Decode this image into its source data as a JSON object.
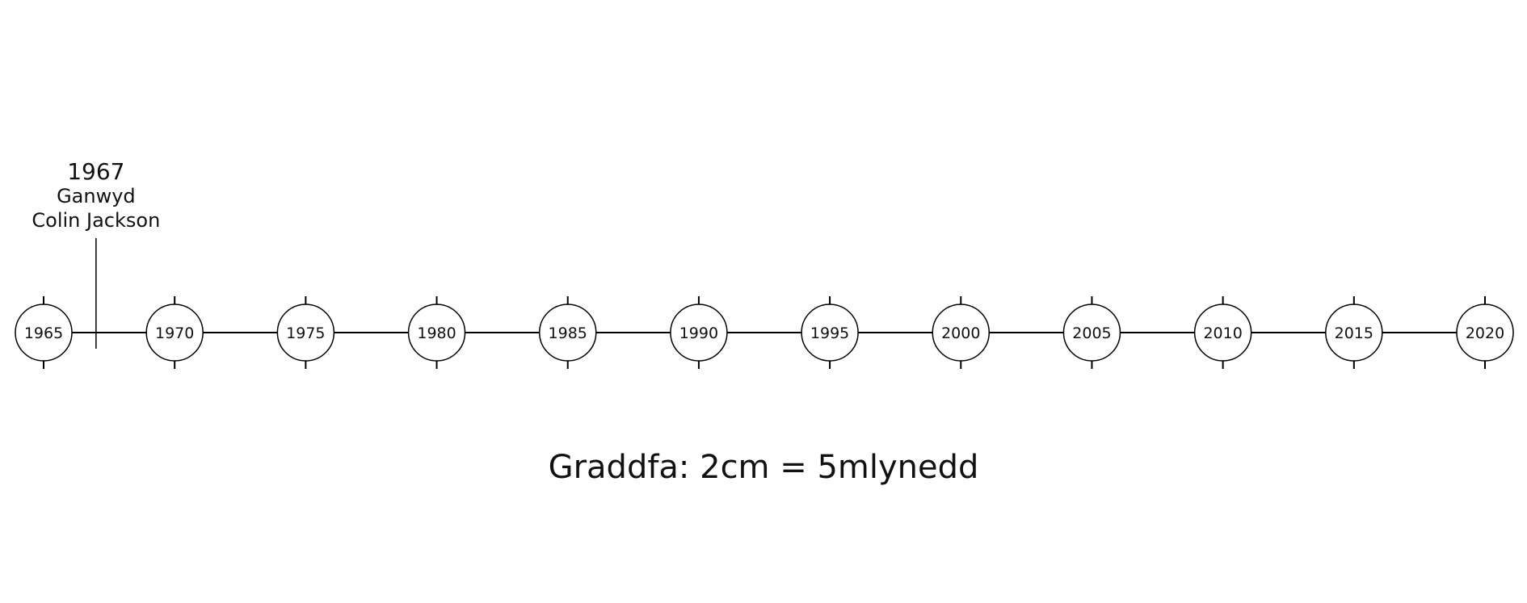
{
  "timeline": {
    "start_year": 1965,
    "end_year": 2020,
    "ticks": [
      1965,
      1970,
      1975,
      1980,
      1985,
      1990,
      1995,
      2000,
      2005,
      2010,
      2015,
      2020
    ],
    "events": [
      {
        "year": 1967,
        "lines": [
          "1967",
          "Ganwyd",
          "Colin Jackson"
        ]
      }
    ],
    "line_color": "#000000",
    "circle_fill": "#ffffff"
  },
  "scale_caption": "Graddfa: 2cm = 5mlynedd"
}
